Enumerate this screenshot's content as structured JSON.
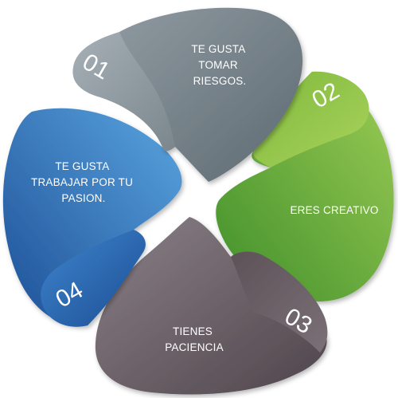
{
  "petals": [
    {
      "number": "01",
      "lines": [
        "TE GUSTA",
        "TOMAR",
        "RIESGOS."
      ],
      "color": "#6f7c84",
      "fold_color": "#8e989f"
    },
    {
      "number": "02",
      "lines": [
        "ERES CREATIVO"
      ],
      "color": "#5fa83a",
      "fold_color": "#8cc63f"
    },
    {
      "number": "03",
      "lines": [
        "TIENES",
        "PACIENCIA"
      ],
      "color": "#6e6268",
      "fold_color": "#5a4f55"
    },
    {
      "number": "04",
      "lines": [
        "TE GUSTA",
        "TRABAJAR POR TU",
        "PASION."
      ],
      "color": "#2e74c0",
      "fold_color": "#1f5ea8"
    }
  ]
}
